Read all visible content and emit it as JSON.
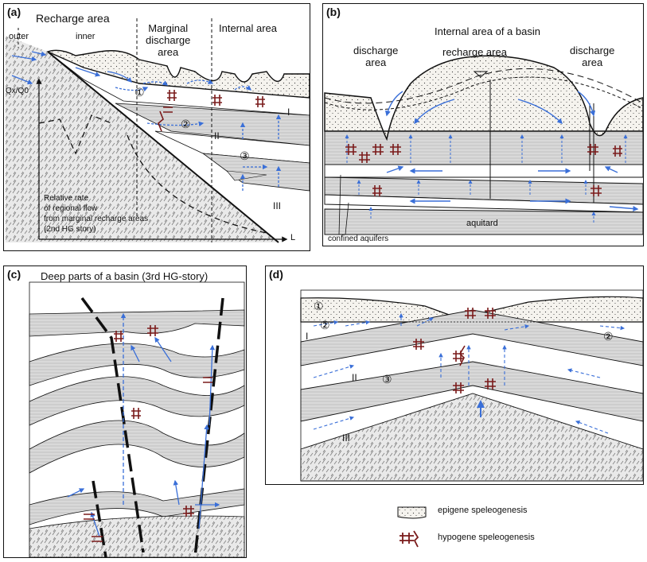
{
  "panel_a": {
    "label": "(a)",
    "recharge_area": "Recharge area",
    "outer": "outer",
    "inner": "inner",
    "marginal_discharge": "Marginal\ndischarge\narea",
    "internal_area": "Internal area",
    "yaxis": "Qx/Q0",
    "xaxis": "L",
    "caption": "Relative rate\nof regional flow\nfrom marginal recharge areas\n(2nd HG story)",
    "roman_1": "I",
    "roman_2": "II",
    "roman_3": "III",
    "circ_1": "①",
    "circ_2": "②",
    "circ_3": "③"
  },
  "panel_b": {
    "label": "(b)",
    "title": "Internal area of a basin",
    "discharge_left": "discharge\narea",
    "recharge": "recharge area",
    "discharge_right": "discharge\narea",
    "aquitard": "aquitard",
    "confined": "confined aquifers"
  },
  "panel_c": {
    "label": "(c)",
    "title": "Deep parts of a basin (3rd HG-story)"
  },
  "panel_d": {
    "label": "(d)",
    "roman_1": "I",
    "roman_2": "II",
    "roman_3": "III",
    "circ_1": "①",
    "circ_2a": "②",
    "circ_2b": "②",
    "circ_3": "③"
  },
  "legend": {
    "epigene": "epigene speleogenesis",
    "hypogene": "hypogene speleogenesis"
  },
  "colors": {
    "aquitard_fill": "#d9d9d9",
    "flow_arrow": "#3a6fd8",
    "speleo_mark": "#7a1b1b",
    "epigene_fill": "#f4f1ea"
  }
}
